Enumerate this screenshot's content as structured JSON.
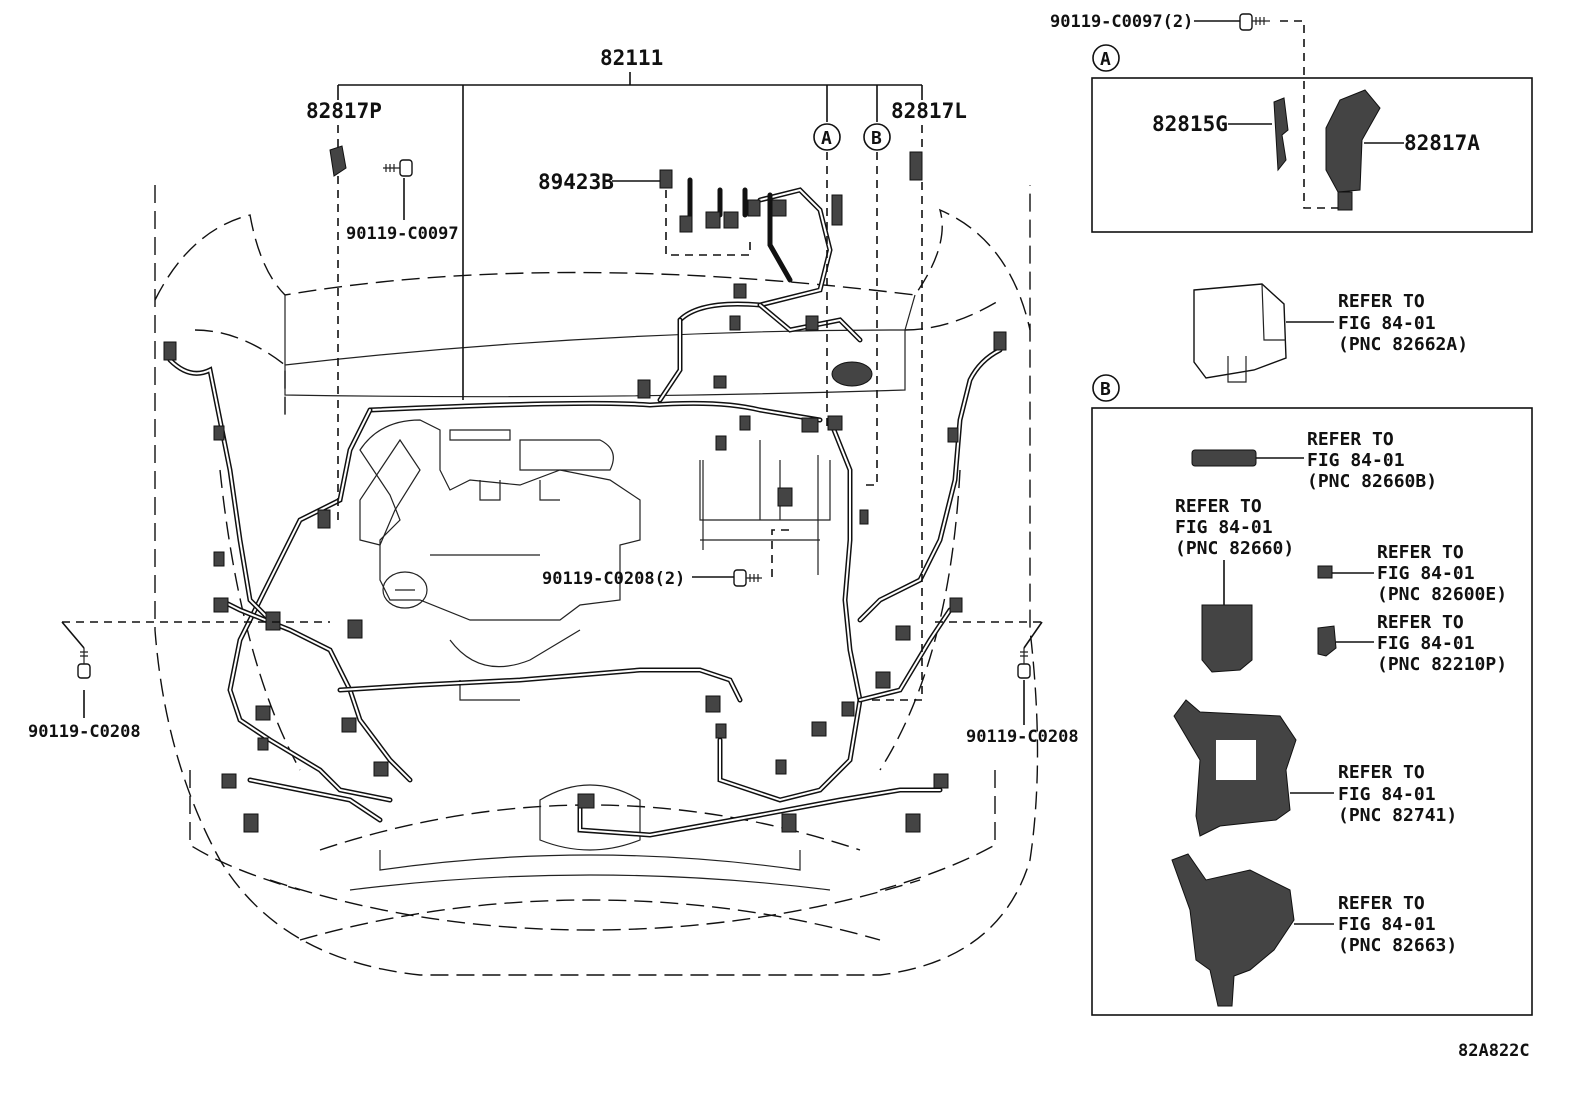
{
  "figure_code": "82A822C",
  "callouts": {
    "main_harness": "82111",
    "clamp_left": "82817P",
    "clamp_right": "82817L",
    "connector": "89423B",
    "bolt_top_left": "90119-C0097",
    "bolt_center": "90119-C0208(2)",
    "bolt_far_left": "90119-C0208",
    "bolt_far_right": "90119-C0208"
  },
  "reference_markers": {
    "a": "A",
    "b": "B"
  },
  "detail_a": {
    "marker": "A",
    "bolt": "90119-C0097(2)",
    "bracket": "82815G",
    "clamp": "82817A"
  },
  "refer_to_cover": {
    "line1": "REFER TO",
    "line2": "FIG 84-01",
    "line3": "(PNC 82662A)"
  },
  "detail_b": {
    "marker": "B",
    "refs": [
      {
        "line1": "REFER TO",
        "line2": "FIG 84-01",
        "line3": "(PNC 82660B)"
      },
      {
        "line1": "REFER TO",
        "line2": "FIG 84-01",
        "line3": "(PNC 82660)"
      },
      {
        "line1": "REFER TO",
        "line2": "FIG 84-01",
        "line3": "(PNC 82600E)"
      },
      {
        "line1": "REFER TO",
        "line2": "FIG 84-01",
        "line3": "(PNC 82210P)"
      },
      {
        "line1": "REFER TO",
        "line2": "FIG 84-01",
        "line3": "(PNC 82741)"
      },
      {
        "line1": "REFER TO",
        "line2": "FIG 84-01",
        "line3": "(PNC 82663)"
      }
    ]
  }
}
